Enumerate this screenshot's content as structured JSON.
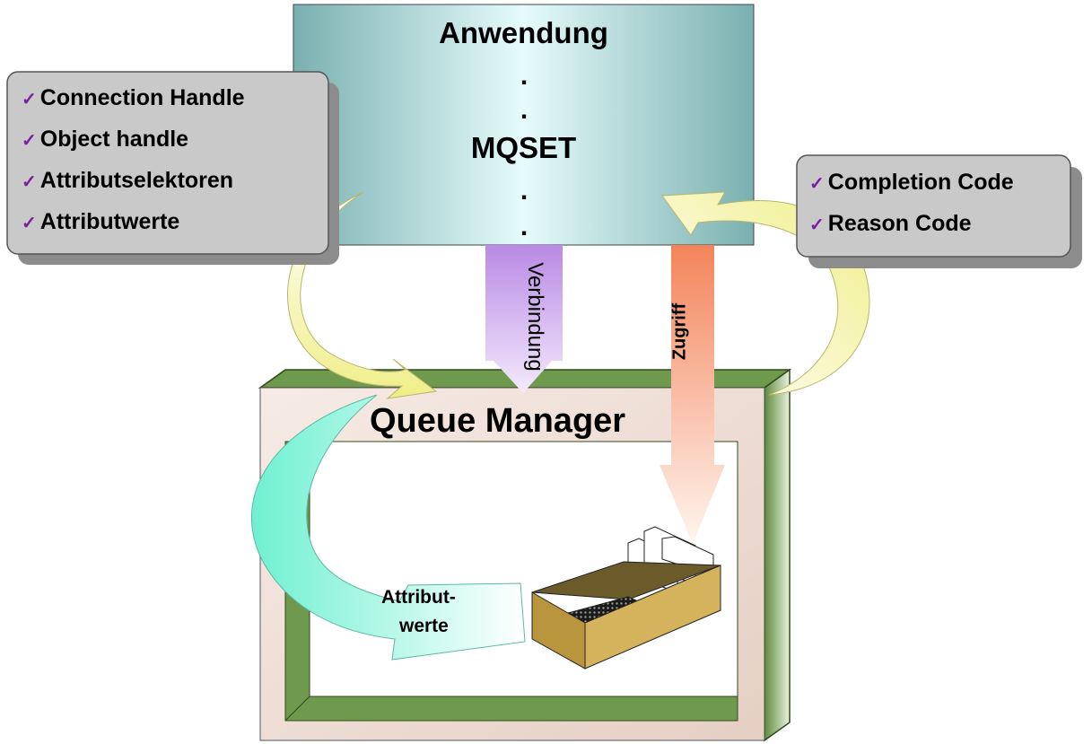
{
  "application": {
    "title": "Anwendung",
    "call": "MQSET",
    "dots": [
      ".",
      ".",
      ".",
      "."
    ]
  },
  "inputs": {
    "check_icon": "✓",
    "items": [
      "Connection Handle",
      "Object handle",
      "Attributselektoren",
      "Attributwerte"
    ]
  },
  "outputs": {
    "check_icon": "✓",
    "items": [
      "Completion Code",
      "Reason Code"
    ]
  },
  "arrows": {
    "connection": "Verbindung",
    "access": "Zugriff",
    "attribute_values_line1": "Attribut-",
    "attribute_values_line2": "werte"
  },
  "queue_manager": {
    "title": "Queue Manager"
  },
  "colors": {
    "app_box": "#a9d4d4",
    "frame_green": "#6f9a4d",
    "frame_pink": "#ecd9cf",
    "arrow_yellow": "#f4f29a",
    "arrow_purple": "#c9a6ee",
    "arrow_orange": "#f49a72",
    "arrow_cyan": "#7ff0d6",
    "card_box": "#c9a659",
    "info_box": "#c8c8c8"
  }
}
